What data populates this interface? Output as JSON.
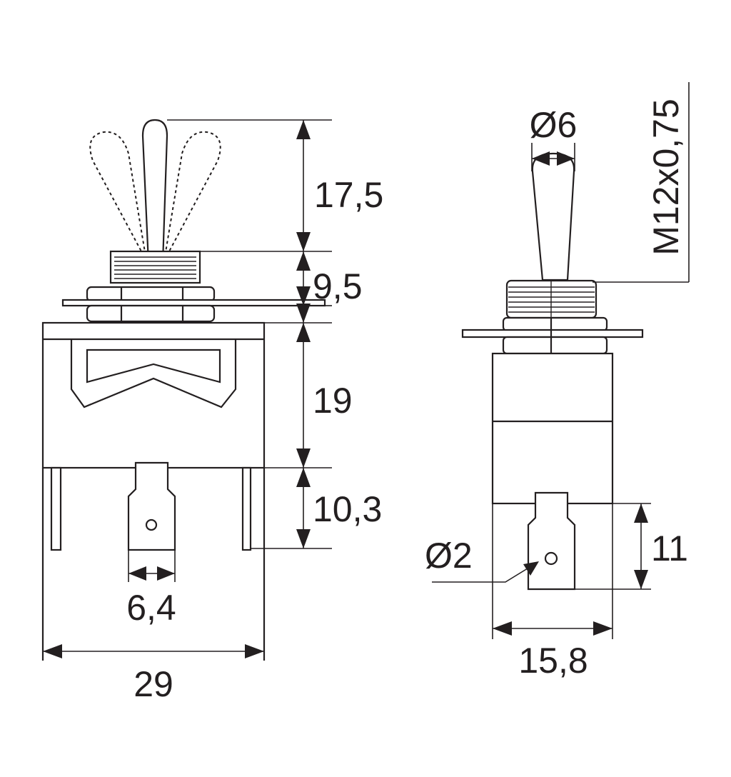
{
  "drawing": {
    "front_view": {
      "dimensions": {
        "lever_height": "17,5",
        "bushing_height": "9,5",
        "body_height": "19",
        "terminal_length": "10,3",
        "terminal_width": "6,4",
        "body_width": "29"
      }
    },
    "side_view": {
      "dimensions": {
        "lever_diameter": "Ø6",
        "thread": "M12x0,75",
        "terminal_hole": "Ø2",
        "terminal_length": "11",
        "body_depth": "15,8"
      }
    },
    "colors": {
      "line": "#231f20",
      "background": "#ffffff"
    }
  }
}
